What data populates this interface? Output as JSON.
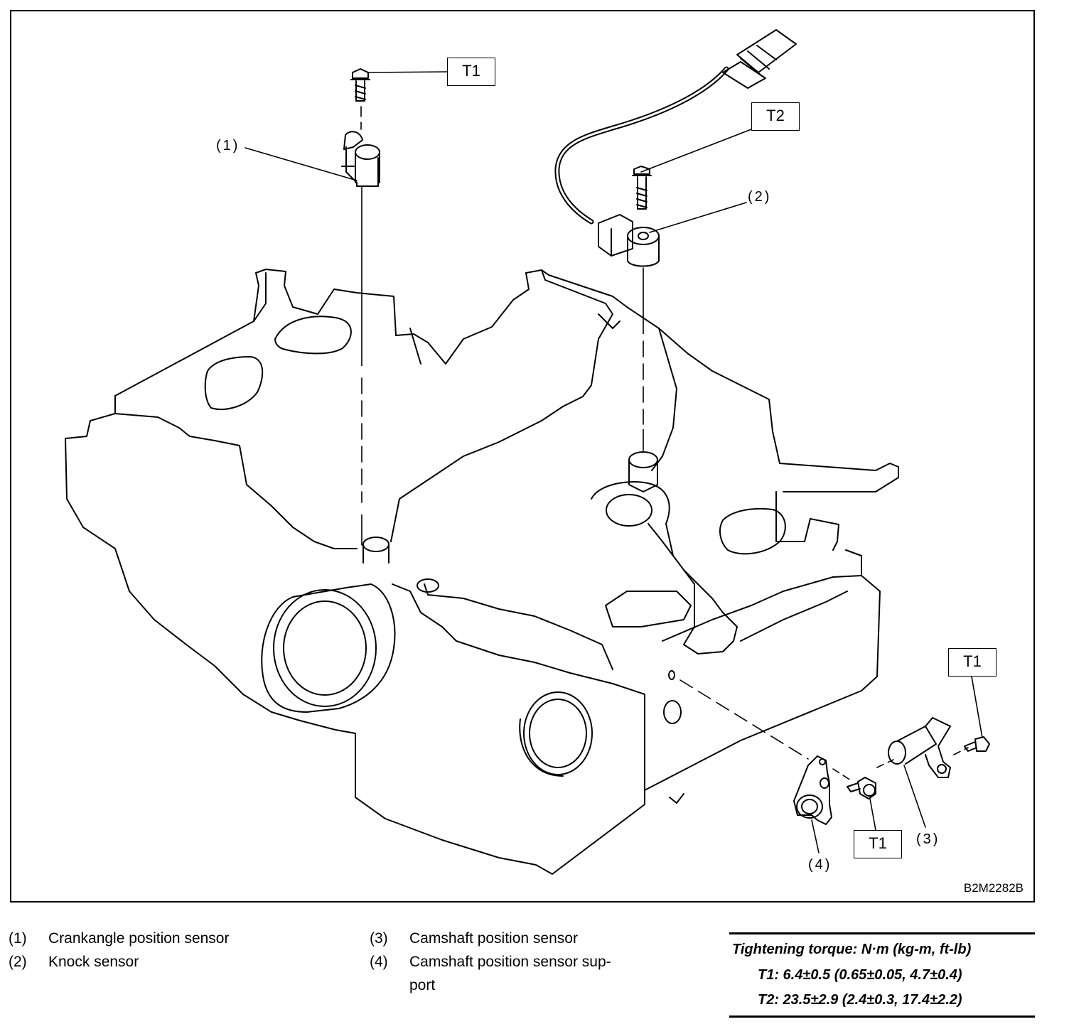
{
  "figure": {
    "code": "B2M2282B",
    "callouts": {
      "c1": "(1)",
      "c2": "(2)",
      "c3": "(3)",
      "c4": "(4)"
    },
    "torque_tags": {
      "top": "T1",
      "knock": "T2",
      "cam_right": "T1",
      "cam_bottom": "T1"
    }
  },
  "legend": [
    {
      "num": "(1)",
      "text": "Crankangle position sensor"
    },
    {
      "num": "(2)",
      "text": "Knock sensor"
    },
    {
      "num": "(3)",
      "text": "Camshaft position sensor"
    },
    {
      "num": "(4)",
      "text": "Camshaft position sensor sup-"
    },
    {
      "num": "",
      "text": "port"
    }
  ],
  "torque": {
    "heading": "Tightening torque: N·m (kg-m, ft-lb)",
    "t1": "T1: 6.4±0.5 (0.65±0.05, 4.7±0.4)",
    "t2": "T2: 23.5±2.9 (2.4±0.3, 17.4±2.2)"
  }
}
